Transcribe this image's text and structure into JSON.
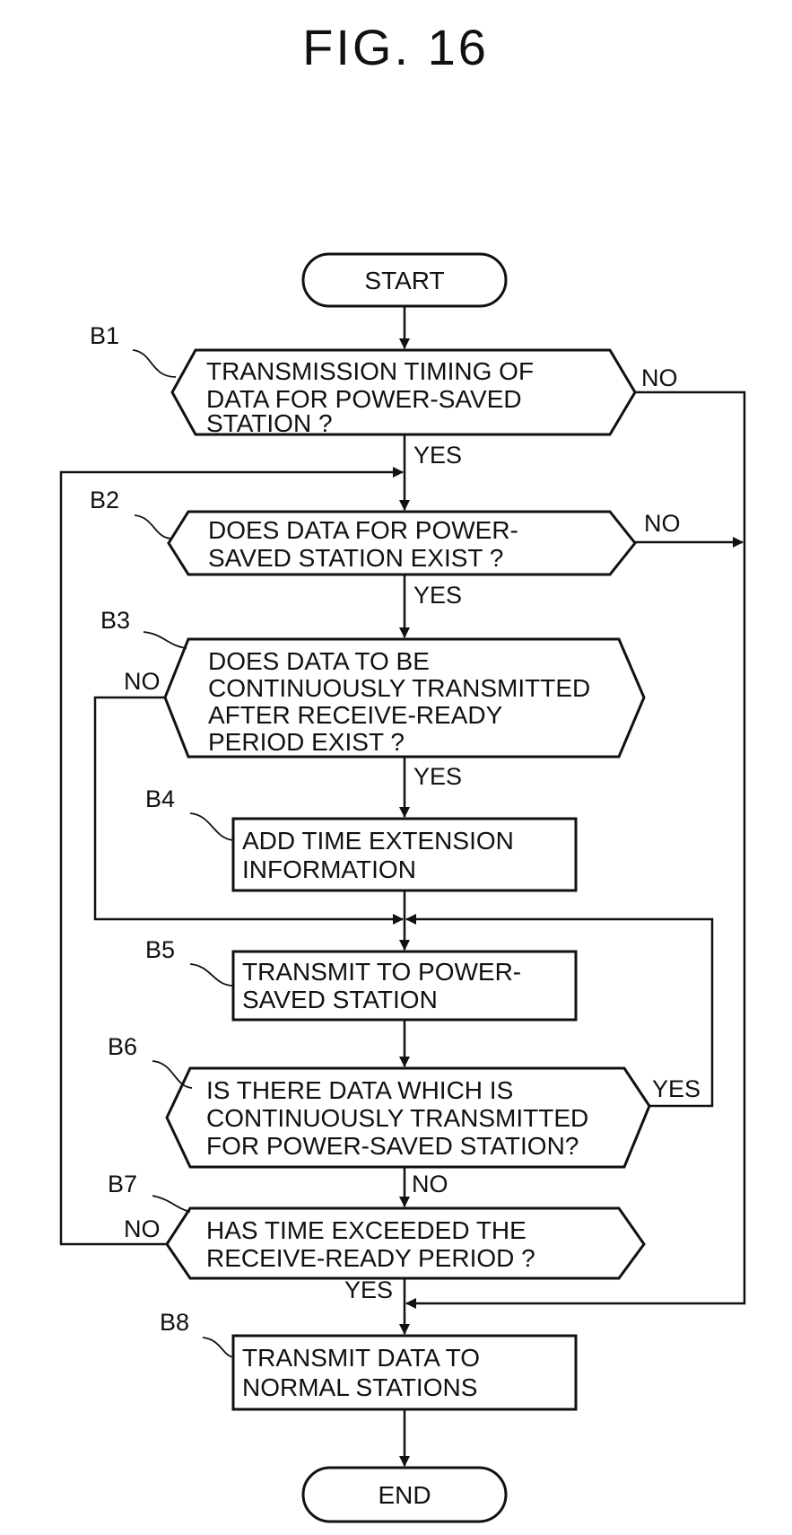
{
  "figure_title": "FIG. 16",
  "nodes": {
    "start": "START",
    "b1": [
      "TRANSMISSION TIMING OF",
      "DATA FOR POWER-SAVED",
      "STATION ?"
    ],
    "b2": [
      "DOES DATA FOR POWER-",
      "SAVED STATION EXIST ?"
    ],
    "b3": [
      "DOES DATA TO BE",
      "CONTINUOUSLY TRANSMITTED",
      "AFTER RECEIVE-READY",
      "PERIOD EXIST ?"
    ],
    "b4": [
      "ADD TIME EXTENSION",
      "INFORMATION"
    ],
    "b5": [
      "TRANSMIT TO POWER-",
      "SAVED STATION"
    ],
    "b6": [
      "IS THERE DATA WHICH IS",
      "CONTINUOUSLY TRANSMITTED",
      "FOR POWER-SAVED STATION?"
    ],
    "b7": [
      "HAS TIME EXCEEDED THE",
      "RECEIVE-READY PERIOD ?"
    ],
    "b8": [
      "TRANSMIT DATA TO",
      "NORMAL STATIONS"
    ],
    "end": "END"
  },
  "step_labels": {
    "b1": "B1",
    "b2": "B2",
    "b3": "B3",
    "b4": "B4",
    "b5": "B5",
    "b6": "B6",
    "b7": "B7",
    "b8": "B8"
  },
  "branch_labels": {
    "b1_no": "NO",
    "b1_yes": "YES",
    "b2_no": "NO",
    "b2_yes": "YES",
    "b3_no": "NO",
    "b3_yes": "YES",
    "b6_yes": "YES",
    "b6_no": "NO",
    "b7_no": "NO",
    "b7_yes": "YES"
  }
}
